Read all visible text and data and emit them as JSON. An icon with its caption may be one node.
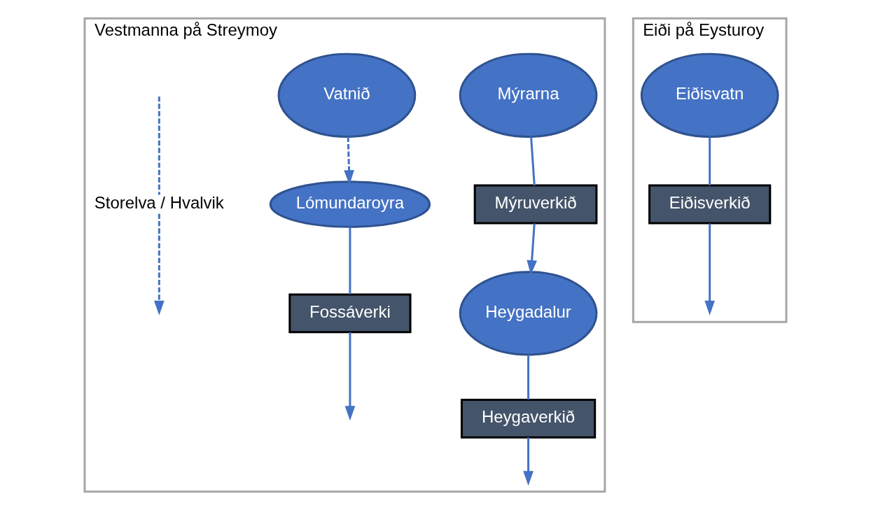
{
  "diagram": {
    "nodes": [
      {
        "text": [
          "Vestmanna på Streymoy"
        ]
      },
      {
        "text": [
          "Eiði på Eysturoy"
        ]
      },
      {
        "text": [
          "Mýrarna"
        ],
        "in": 0
      },
      {
        "text": [
          "Vatnið"
        ],
        "in": 0
      },
      {
        "text": [
          "Lómundaroyra"
        ],
        "in": 0
      },
      {
        "text": [
          "Mýruverkið"
        ],
        "in": 0
      },
      {
        "text": [
          "Heygadalur"
        ],
        "in": 0
      },
      {
        "text": [
          "Fossáverki"
        ],
        "in": 0
      },
      {
        "text": [
          "Heygaverkið"
        ],
        "in": 0
      },
      {
        "text": [
          "Storelva / Hvalvik"
        ],
        "in": 0
      },
      {
        "text": [
          "Eiðisvatn"
        ],
        "in": 1
      },
      {
        "text": [
          "Eiðisverkið"
        ],
        "in": 1
      }
    ],
    "edges": [
      {
        "from": 3,
        "to": 4,
        "arrow": "to",
        "style": "dashed"
      },
      {
        "from": 2,
        "to": 5,
        "arrow": "none"
      },
      {
        "from": 5,
        "to": 6,
        "arrow": "to"
      },
      {
        "from": 4,
        "to": 7,
        "arrow": "none"
      },
      {
        "from": 6,
        "to": 8,
        "arrow": "none"
      },
      {
        "from": 7,
        "to": null,
        "arrow": "to"
      },
      {
        "from": 8,
        "to": null,
        "arrow": "to"
      },
      {
        "from": null,
        "to": 9,
        "arrow": "none",
        "style": "dashed"
      },
      {
        "from": 9,
        "to": null,
        "arrow": "to",
        "style": "dashed"
      },
      {
        "from": 10,
        "to": 11,
        "arrow": "none"
      },
      {
        "from": 11,
        "to": null,
        "arrow": "to"
      }
    ]
  }
}
